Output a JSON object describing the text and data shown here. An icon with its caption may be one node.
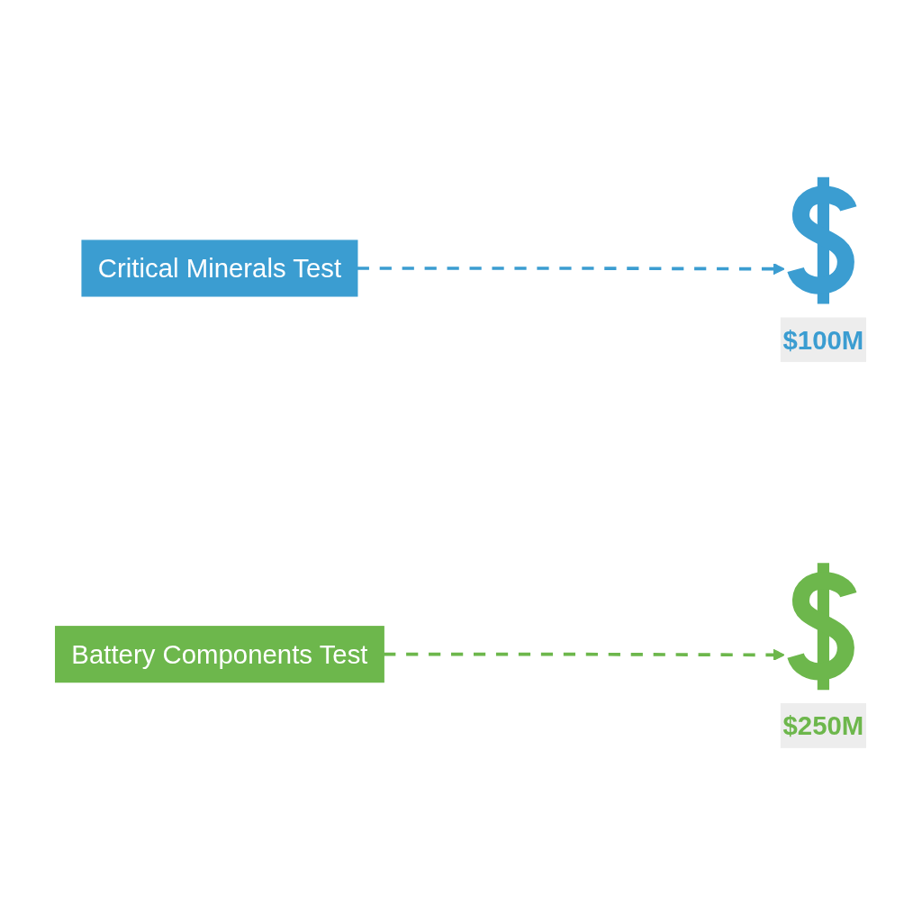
{
  "diagram": {
    "nodes": [
      {
        "text": [
          "Critical Minerals Test"
        ]
      },
      {
        "text": [],
        "shape": "picture",
        "beside": [
          "$100M"
        ]
      },
      {
        "text": [
          "Battery Components Test"
        ]
      },
      {
        "text": [],
        "shape": "picture",
        "beside": [
          "$250M"
        ]
      }
    ],
    "edges": [
      {
        "from": 0,
        "to": 1,
        "arrow": "to",
        "style": "dashed",
        "color": "#3b9dd1"
      },
      {
        "from": 2,
        "to": 3,
        "arrow": "to",
        "style": "dashed",
        "color": "#6db74c"
      }
    ]
  }
}
